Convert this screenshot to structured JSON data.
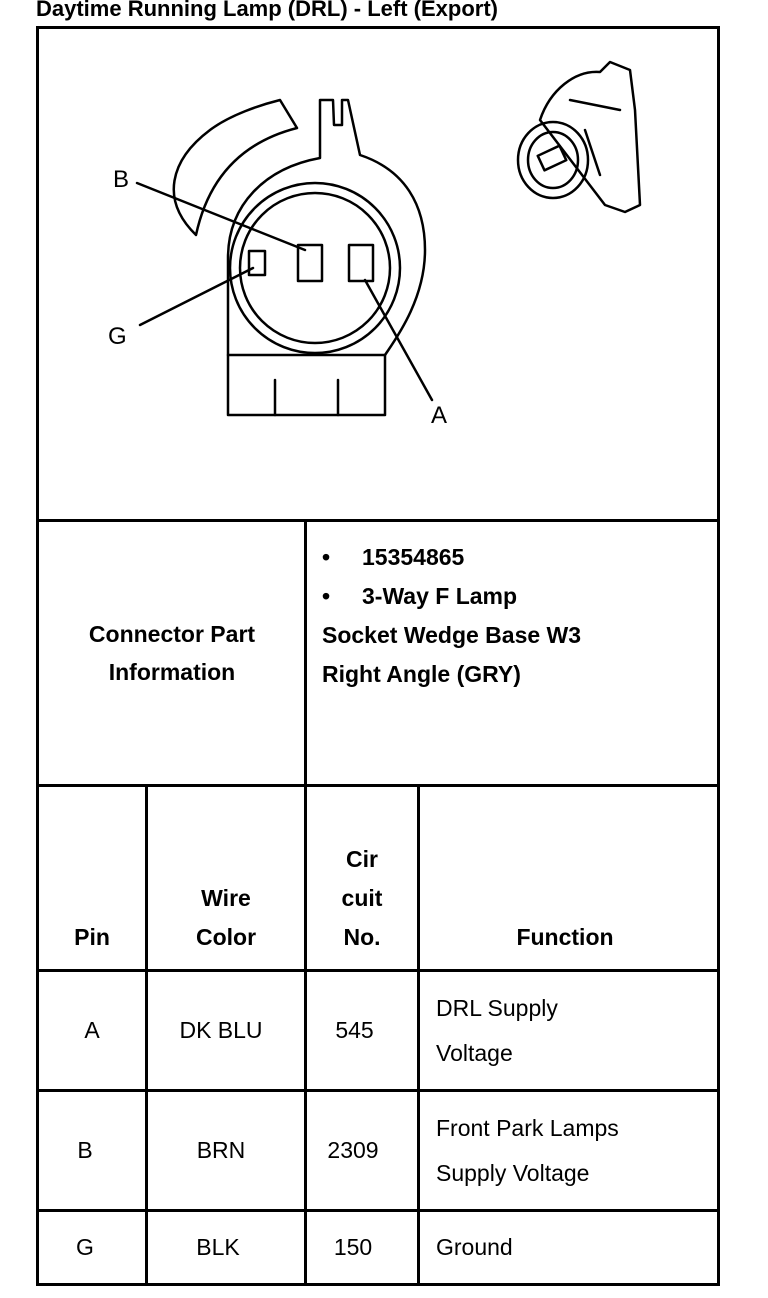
{
  "title": "Daytime Running Lamp (DRL) - Left (Export)",
  "diagram": {
    "callouts": [
      "B",
      "G",
      "A"
    ]
  },
  "connector": {
    "label_line1": "Connector Part",
    "label_line2": "Information",
    "bullets": [
      "15354865",
      "3-Way F Lamp"
    ],
    "desc_line1": "Socket Wedge Base W3",
    "desc_line2": "Right Angle (GRY)",
    "bullet_char": "•"
  },
  "table": {
    "headers": {
      "pin": "Pin",
      "wire_line1": "Wire",
      "wire_line2": "Color",
      "circuit_line1": "Cir",
      "circuit_line2": "cuit",
      "circuit_line3": "No.",
      "function": "Function"
    },
    "rows": [
      {
        "pin": "A",
        "color": "DK BLU",
        "circuit": "545",
        "function_line1": "DRL Supply",
        "function_line2": "Voltage"
      },
      {
        "pin": "B",
        "color": "BRN",
        "circuit": "2309",
        "function_line1": "Front Park Lamps",
        "function_line2": "Supply Voltage"
      },
      {
        "pin": "G",
        "color": "BLK",
        "circuit": "150",
        "function_line1": "Ground",
        "function_line2": ""
      }
    ]
  }
}
